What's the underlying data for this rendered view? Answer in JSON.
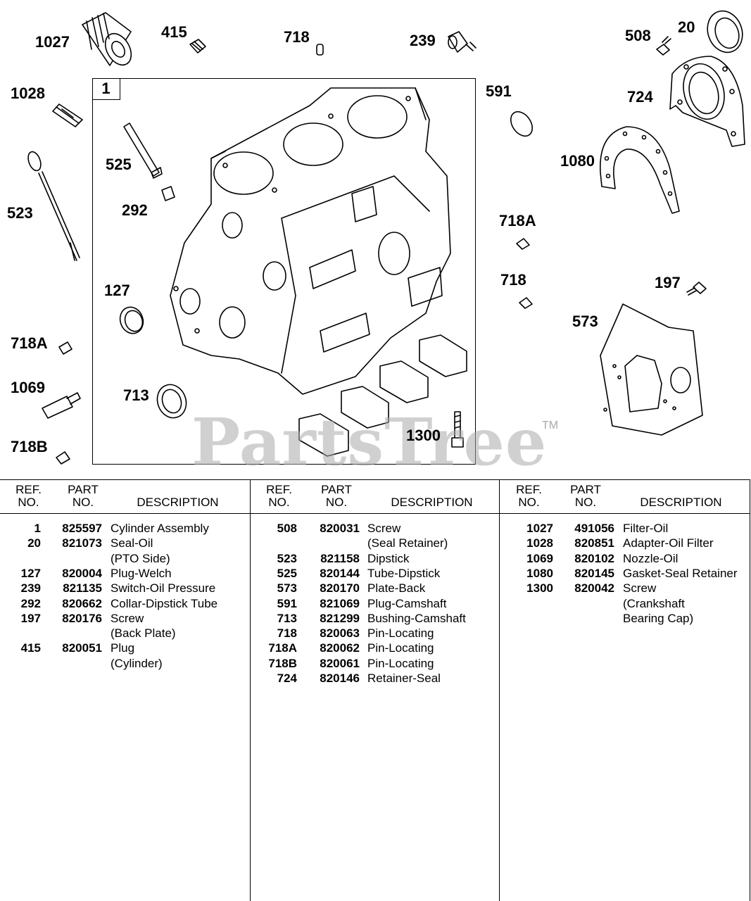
{
  "diagram": {
    "box_label": "1",
    "callouts": [
      "1027",
      "415",
      "718",
      "239",
      "508",
      "20",
      "1028",
      "591",
      "724",
      "525",
      "1080",
      "292",
      "523",
      "718A",
      "127",
      "718",
      "197",
      "573",
      "718A",
      "1069",
      "713",
      "1300",
      "718B"
    ],
    "watermark": "PartsTree",
    "trademark": "TM"
  },
  "table": {
    "headers": {
      "ref": "REF.\nNO.",
      "part": "PART\nNO.",
      "desc": "DESCRIPTION"
    },
    "columns": [
      [
        {
          "ref": "1",
          "part": "825597",
          "desc": "Cylinder Assembly"
        },
        {
          "ref": "20",
          "part": "821073",
          "desc": "Seal-Oil"
        },
        {
          "ref": "",
          "part": "",
          "desc": "(PTO Side)"
        },
        {
          "ref": "127",
          "part": "820004",
          "desc": "Plug-Welch"
        },
        {
          "ref": "239",
          "part": "821135",
          "desc": "Switch-Oil Pressure"
        },
        {
          "ref": "292",
          "part": "820662",
          "desc": "Collar-Dipstick Tube"
        },
        {
          "ref": "197",
          "part": "820176",
          "desc": "Screw"
        },
        {
          "ref": "",
          "part": "",
          "desc": "(Back Plate)"
        },
        {
          "ref": "415",
          "part": "820051",
          "desc": "Plug"
        },
        {
          "ref": "",
          "part": "",
          "desc": "(Cylinder)"
        }
      ],
      [
        {
          "ref": "508",
          "part": "820031",
          "desc": "Screw"
        },
        {
          "ref": "",
          "part": "",
          "desc": "(Seal Retainer)"
        },
        {
          "ref": "523",
          "part": "821158",
          "desc": "Dipstick"
        },
        {
          "ref": "525",
          "part": "820144",
          "desc": "Tube-Dipstick"
        },
        {
          "ref": "573",
          "part": "820170",
          "desc": "Plate-Back"
        },
        {
          "ref": "591",
          "part": "821069",
          "desc": "Plug-Camshaft"
        },
        {
          "ref": "713",
          "part": "821299",
          "desc": "Bushing-Camshaft"
        },
        {
          "ref": "718",
          "part": "820063",
          "desc": "Pin-Locating"
        },
        {
          "ref": "718A",
          "part": "820062",
          "desc": "Pin-Locating"
        },
        {
          "ref": "718B",
          "part": "820061",
          "desc": "Pin-Locating"
        },
        {
          "ref": "724",
          "part": "820146",
          "desc": "Retainer-Seal"
        }
      ],
      [
        {
          "ref": "1027",
          "part": "491056",
          "desc": "Filter-Oil"
        },
        {
          "ref": "1028",
          "part": "820851",
          "desc": "Adapter-Oil Filter"
        },
        {
          "ref": "1069",
          "part": "820102",
          "desc": "Nozzle-Oil"
        },
        {
          "ref": "1080",
          "part": "820145",
          "desc": "Gasket-Seal Retainer"
        },
        {
          "ref": "1300",
          "part": "820042",
          "desc": "Screw"
        },
        {
          "ref": "",
          "part": "",
          "desc": "(Crankshaft"
        },
        {
          "ref": "",
          "part": "",
          "desc": "Bearing Cap)"
        }
      ]
    ]
  }
}
